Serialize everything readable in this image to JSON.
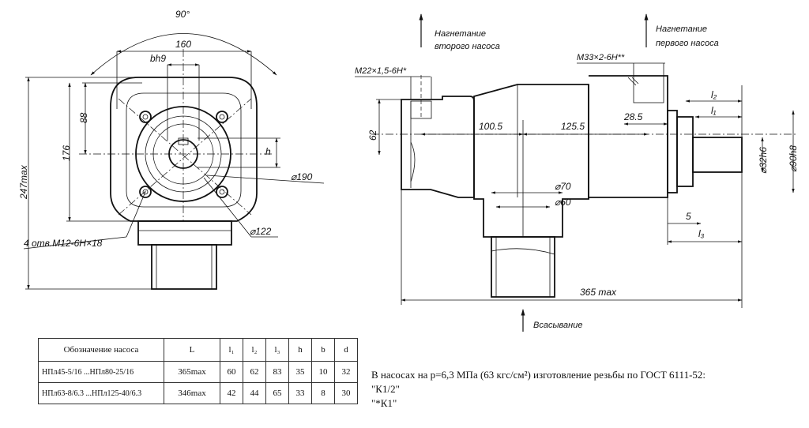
{
  "front_view": {
    "angle": "90°",
    "dim_width": "160",
    "dim_key": "bh9",
    "dim_v1": "88",
    "dim_v2": "176",
    "dim_total": "247max",
    "dim_h": "h",
    "dim_d190": "⌀190",
    "dim_d122": "⌀122",
    "holes_label": "4 отв.М12-6Н×18"
  },
  "side_view": {
    "pressure_second": [
      "Нагнетание",
      "второго насоса"
    ],
    "pressure_first": [
      "Нагнетание",
      "первого насоса"
    ],
    "thread_second": "М22×1,5-6Н*",
    "thread_first": "М33×2-6Н**",
    "dim_62": "62",
    "dim_100_5": "100.5",
    "dim_125_5": "125.5",
    "dim_28_5": "28.5",
    "dim_l2": "l₂",
    "dim_l1": "l₁",
    "dim_l3": "l₃",
    "dim_d32": "⌀32h6",
    "dim_d90": "⌀90h8",
    "dim_d70": "⌀70",
    "dim_d60": "⌀60",
    "dim_5": "5",
    "dim_365": "365 max",
    "suction": "Всасывание"
  },
  "table": {
    "headers": [
      "Обозначение насоса",
      "L",
      "l₁",
      "l₂",
      "l₃",
      "h",
      "b",
      "d"
    ],
    "rows": [
      {
        "name": "НПл45-5/16 ...НПл80-25/16",
        "cells": [
          "365max",
          "60",
          "62",
          "83",
          "35",
          "10",
          "32"
        ]
      },
      {
        "name": "НПл63-8/6.3 ...НПл125-40/6.3",
        "cells": [
          "346max",
          "42",
          "44",
          "65",
          "33",
          "8",
          "30"
        ]
      }
    ]
  },
  "note": {
    "line1": "В насосах  на р=6,3 МПа (63 кгс/см²) изготовление резьбы  по ГОСТ 6111-52:",
    "line2": "\"К1/2\"",
    "line3": "\"*К1\""
  }
}
